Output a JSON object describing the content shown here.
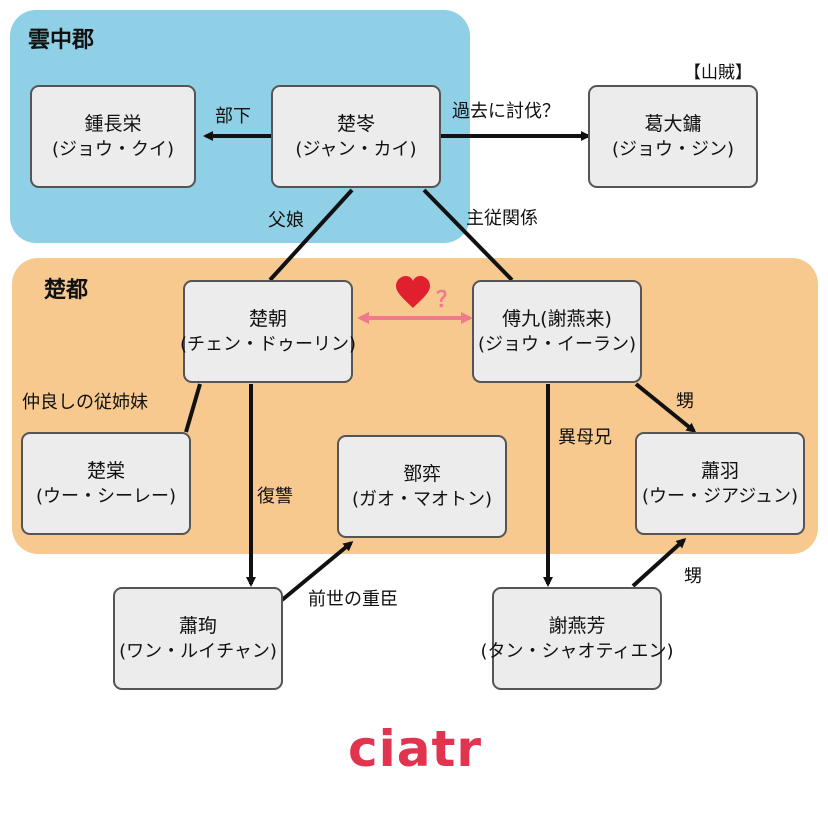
{
  "regions": {
    "yunzhong": "雲中郡",
    "chudu": "楚都"
  },
  "nodes": {
    "zhong_changrong": {
      "name": "鍾長栄",
      "reading": "(ジョウ・クイ)"
    },
    "chu_kai": {
      "name": "楚岺",
      "reading": "(ジャン・カイ)"
    },
    "ge_dayong": {
      "name": "葛大鏞",
      "reading": "(ジョウ・ジン)",
      "tag": "【山賊】"
    },
    "chu_zhao": {
      "name": "楚朝",
      "reading": "(チェン・ドゥーリン)"
    },
    "fu_jiu": {
      "name": "傅九(謝燕来)",
      "reading": "(ジョウ・イーラン)"
    },
    "chu_tang": {
      "name": "楚棠",
      "reading": "(ウー・シーレー)"
    },
    "deng_yi": {
      "name": "鄧弈",
      "reading": "(ガオ・マオトン)"
    },
    "xiao_yu": {
      "name": "蕭羽",
      "reading": "(ウー・ジアジュン)"
    },
    "xiao_xun": {
      "name": "蕭珣",
      "reading": "(ワン・ルイチャン)"
    },
    "xie_yanfang": {
      "name": "謝燕芳",
      "reading": "(タン・シャオティエン)"
    }
  },
  "edges": {
    "subordinate": "部下",
    "past_subjugation": "過去に討伐？",
    "father_daughter": "父娘",
    "master_servant": "主従関係",
    "love_question": "？",
    "cousin": "仲良しの従姉妹",
    "revenge": "復讐",
    "half_brother": "異母兄",
    "nephew_1": "甥",
    "nephew_2": "甥",
    "past_life_minister": "前世の重臣"
  },
  "logo": "ciatr",
  "colors": {
    "yunzhong_bg": "#8fd0e6",
    "chudu_bg": "#f7c98f",
    "love_arrow": "#f07a8c",
    "logo": "#e0344f"
  }
}
